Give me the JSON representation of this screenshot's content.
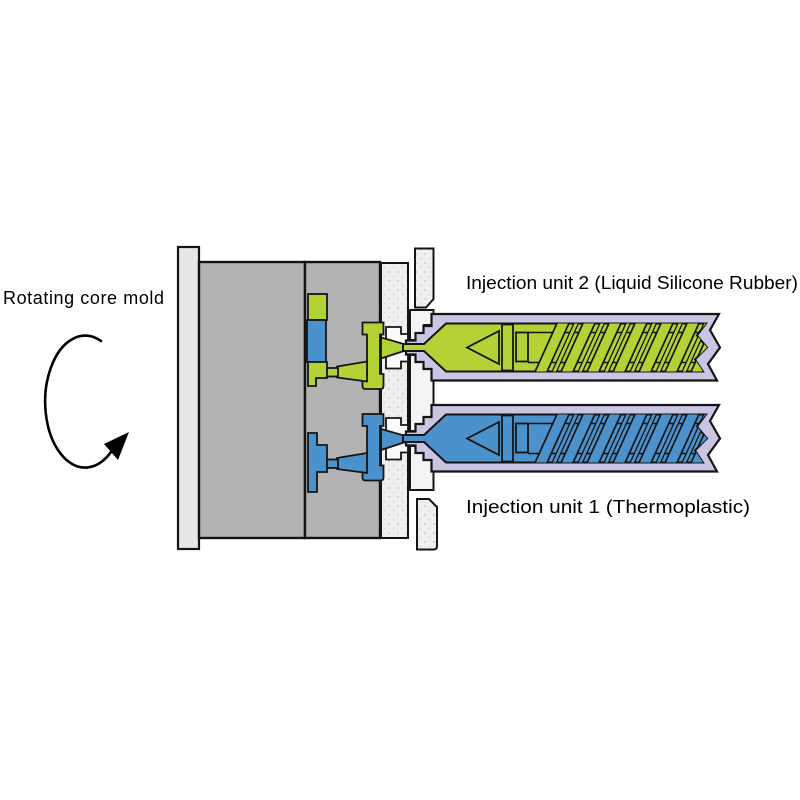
{
  "labels": {
    "rotating_core_mold": "Rotating core mold",
    "injection_unit_2": "Injection unit 2 (Liquid Silicone Rubber)",
    "injection_unit_1": "Injection unit 1 (Thermoplastic)"
  },
  "icons": {
    "rotation_arrow": "counterclockwise-rotation-arrow"
  },
  "colors": {
    "lsr_green": "#b2d235",
    "thermoplastic_blue": "#4b92cc",
    "barrel_lavender": "#c9c5e3",
    "mold_gray": "#b3b3b3",
    "plate_light_gray": "#e7e7e7",
    "platen_dotted_gray": "#efefef",
    "outline_black": "#141414",
    "background": "#ffffff",
    "text": "#000000"
  }
}
